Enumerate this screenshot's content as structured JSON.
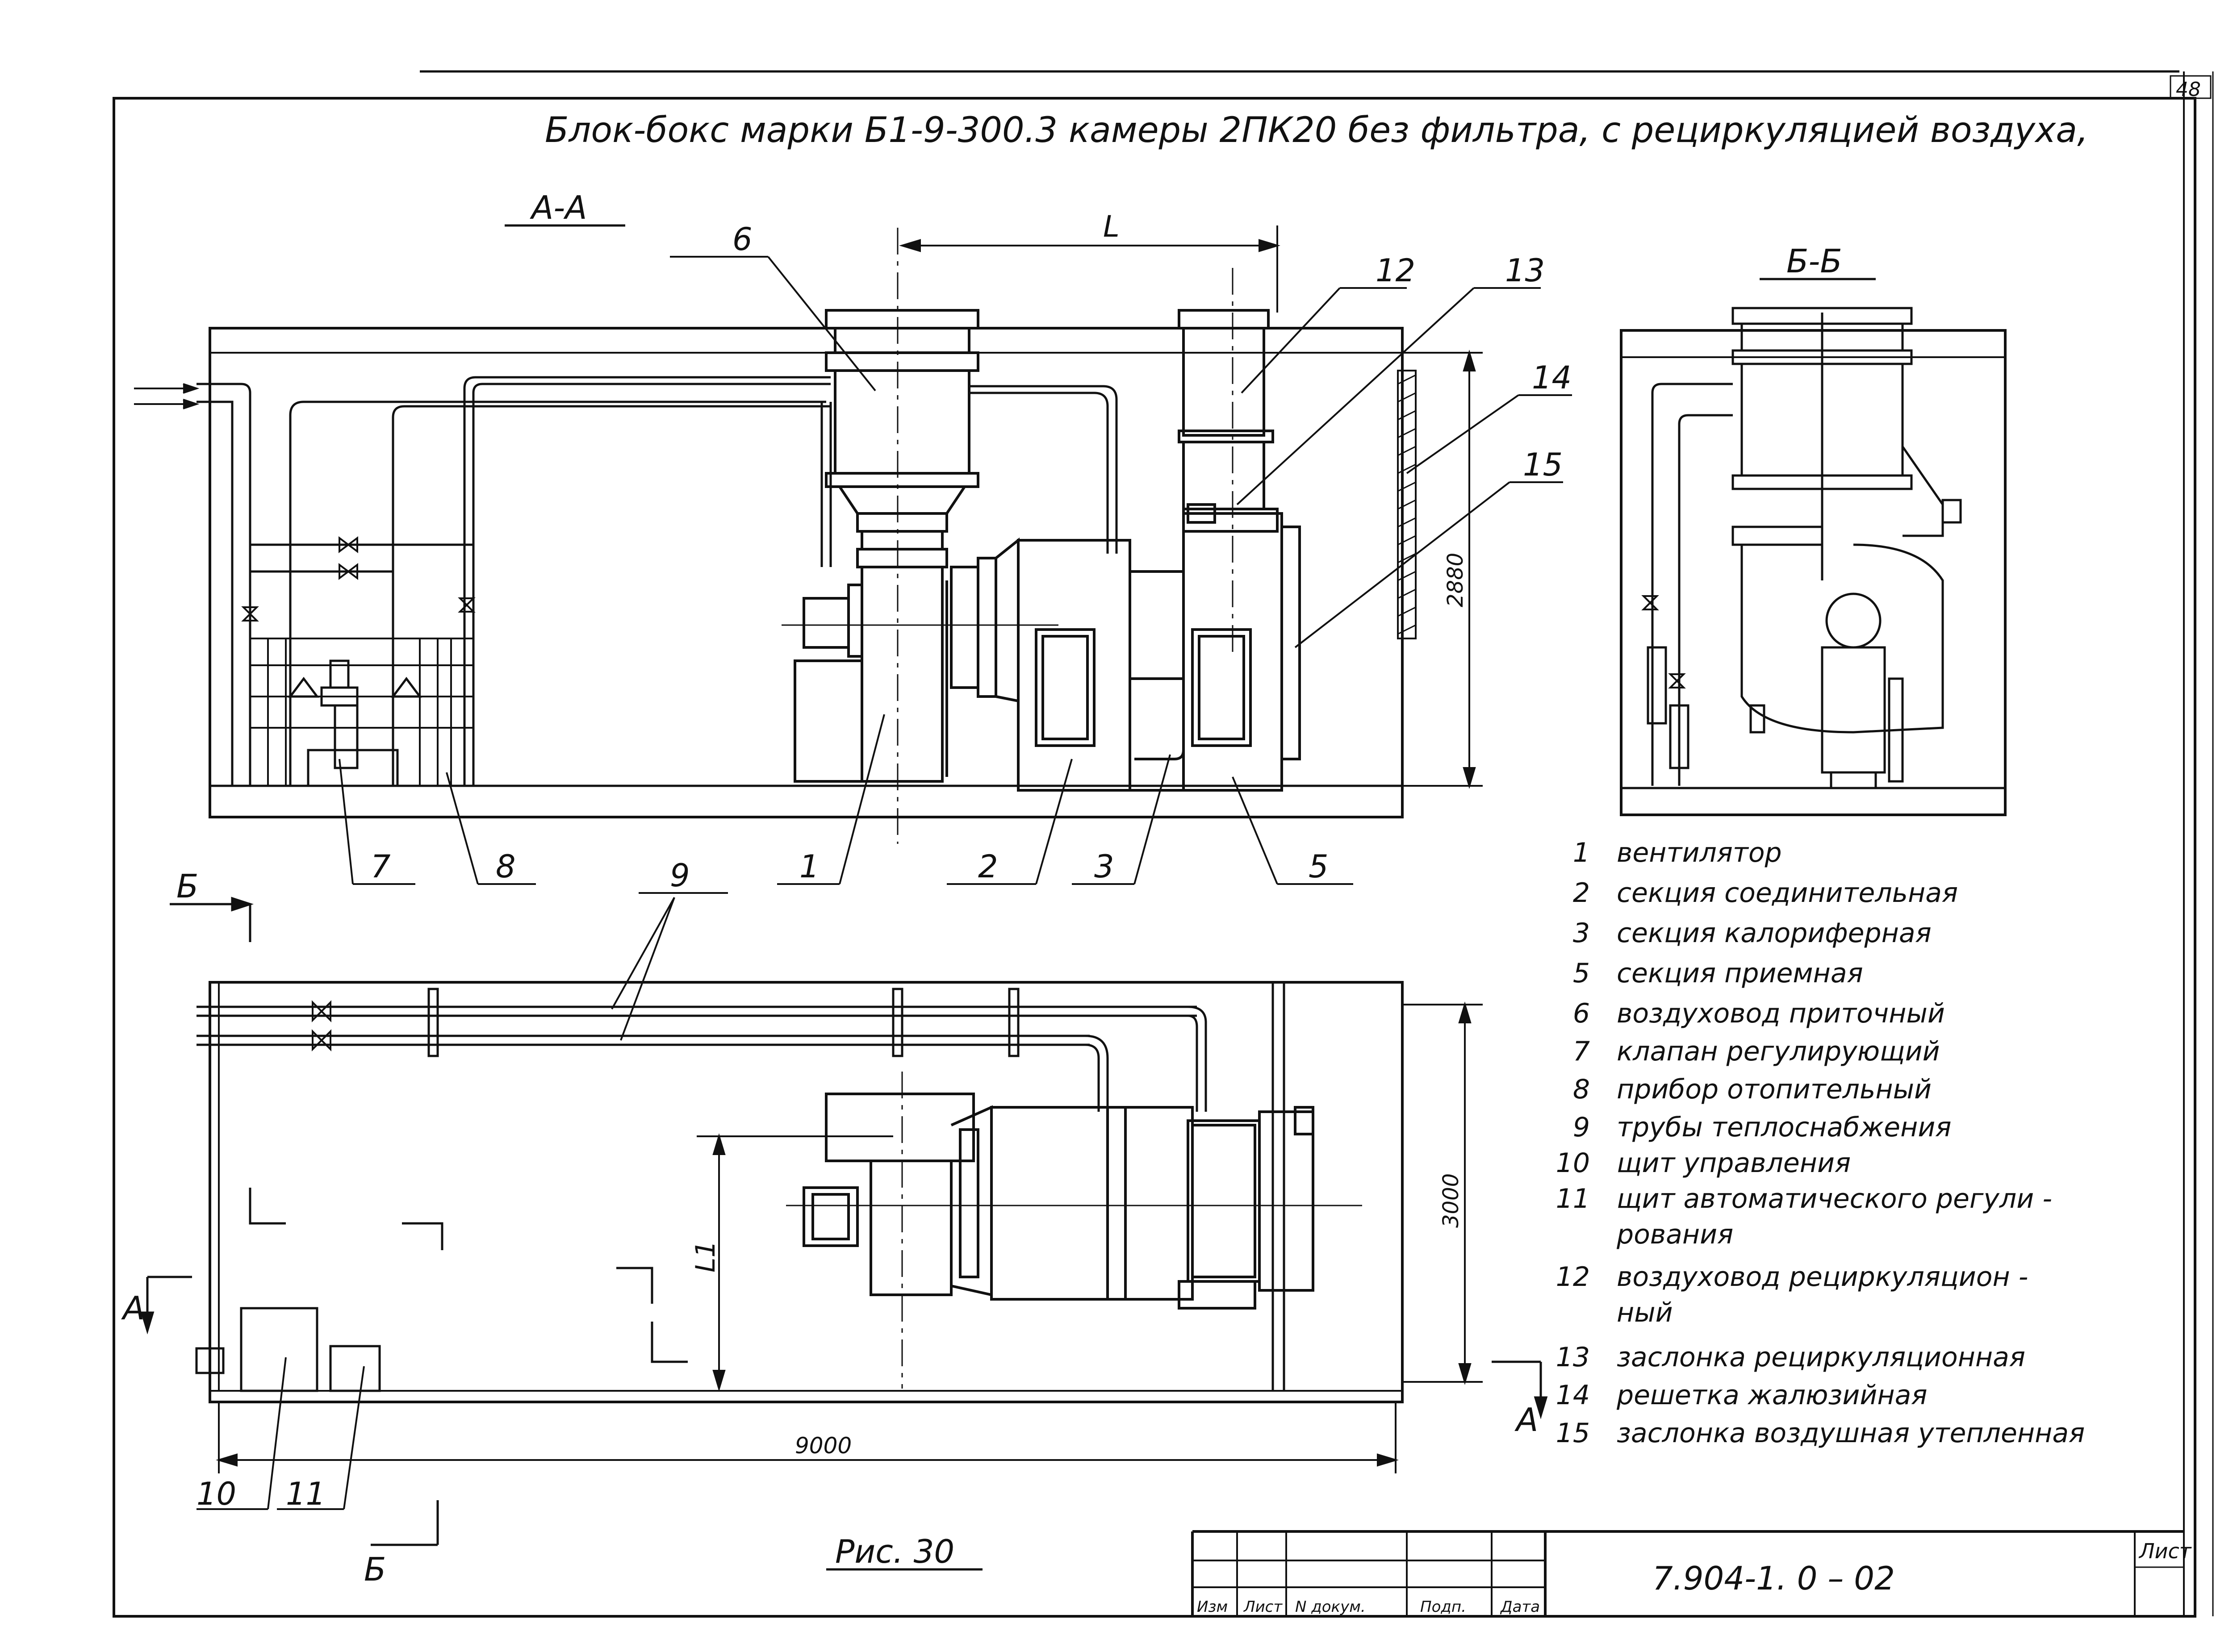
{
  "sheet_number": "48",
  "title": "Блок-бокс  марки  Б1-9-300.3   камеры  2ПК20  без фильтра, с рециркуляцией воздуха,",
  "section_aa_label": "А-А",
  "section_bb_label": "Б-Б",
  "dimensions": {
    "L": "L",
    "L1": "L1",
    "height_aa": "2880",
    "width_plan": "3000",
    "length_plan": "9000"
  },
  "cut_markers": {
    "b_top": "Б",
    "b_bottom": "Б",
    "a_left": "А",
    "a_right": "А"
  },
  "callouts": [
    "1",
    "2",
    "3",
    "5",
    "6",
    "7",
    "8",
    "9",
    "10",
    "11",
    "12",
    "13",
    "14",
    "15"
  ],
  "legend": [
    {
      "num": "1",
      "text": "вентилятор"
    },
    {
      "num": "2",
      "text": "секция   соединительная"
    },
    {
      "num": "3",
      "text": "секция     калориферная"
    },
    {
      "num": "5",
      "text": "секция     приемная"
    },
    {
      "num": "6",
      "text": "воздуховод   приточный"
    },
    {
      "num": "7",
      "text": "клапан   регулирующий"
    },
    {
      "num": "8",
      "text": "прибор   отопительный"
    },
    {
      "num": "9",
      "text": "трубы   теплоснабжения"
    },
    {
      "num": "10",
      "text": "щит   управления"
    },
    {
      "num": "11",
      "text": "щит  автоматического  регули -"
    },
    {
      "num": "",
      "text": "рования"
    },
    {
      "num": "12",
      "text": "воздуховод   рециркуляцион -"
    },
    {
      "num": "",
      "text": "ный"
    },
    {
      "num": "13",
      "text": "заслонка   рециркуляционная"
    },
    {
      "num": "14",
      "text": "решетка   жалюзийная"
    },
    {
      "num": "15",
      "text": "заслонка   воздушная утепленная"
    }
  ],
  "figure_caption": "Рис. 30",
  "stamp": {
    "document_code": "7.904-1. 0 – 02",
    "sheet_label": "Лист",
    "columns": [
      "Изм",
      "Лист",
      "N докум.",
      "Подп.",
      "Дата"
    ]
  },
  "colors": {
    "ink": "#111111",
    "paper": "#ffffff"
  }
}
